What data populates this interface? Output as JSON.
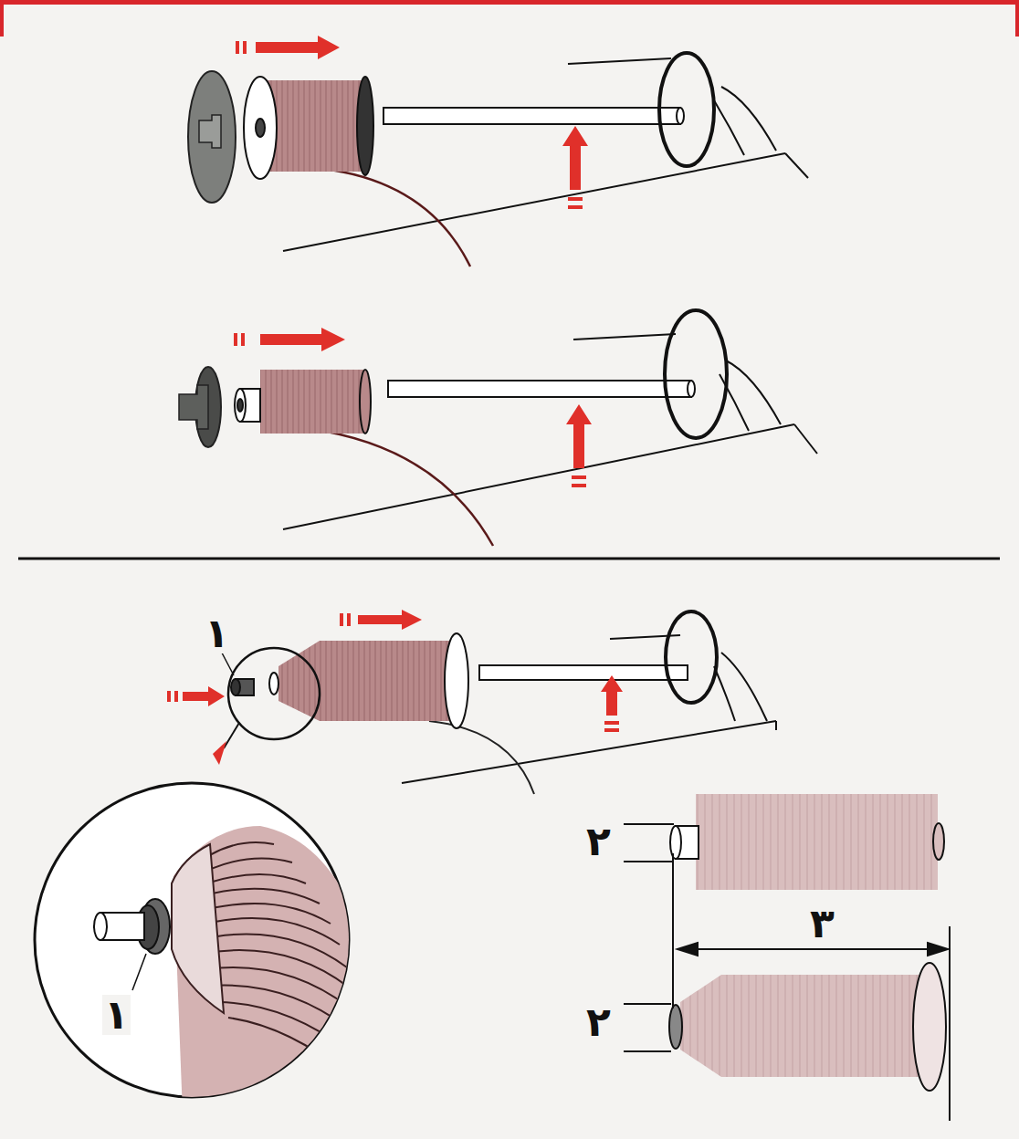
{
  "diagram": {
    "labels": [
      "۱",
      "۲",
      "۳",
      "۲",
      "۱"
    ]
  }
}
